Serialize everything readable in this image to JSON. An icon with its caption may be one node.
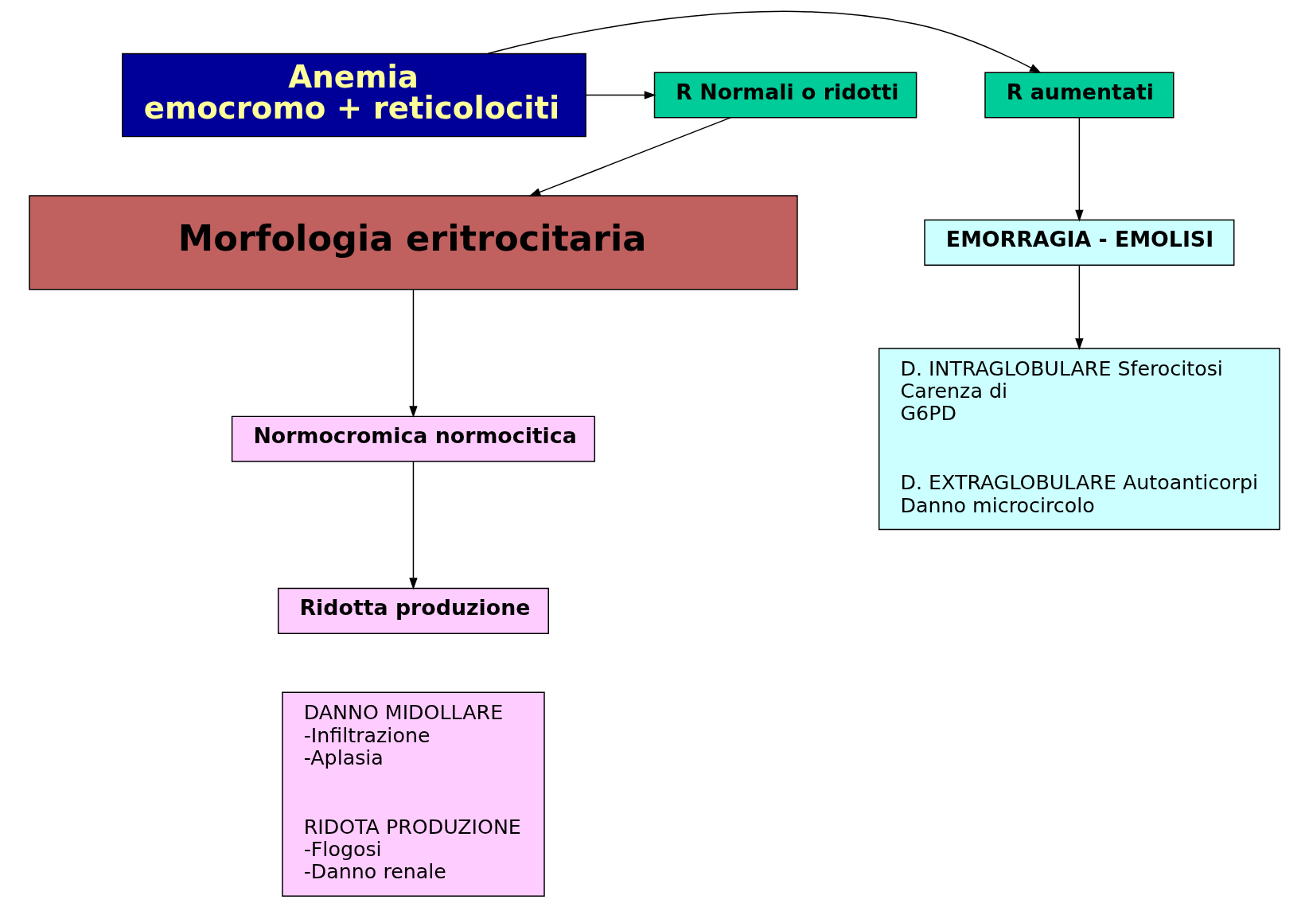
{
  "diagram": {
    "nodes": [
      {
        "text": [
          "Anemia",
          "emocromo + reticolociti"
        ]
      },
      {
        "text": [
          "R Normali o ridotti"
        ]
      },
      {
        "text": [
          "R aumentati"
        ]
      },
      {
        "text": [
          "Morfologia eritrocitaria"
        ]
      },
      {
        "text": [
          "Normocromica normocitica"
        ]
      },
      {
        "text": [
          "Ridotta produzione"
        ]
      },
      {
        "text": [
          "DANNO MIDOLLARE -Infiltrazione -Aplasia",
          "RIDOTA PRODUZIONE -Flogosi -Danno renale"
        ]
      },
      {
        "text": [
          "EMORRAGIA - EMOLISI"
        ]
      },
      {
        "text": [
          "D. INTRAGLOBULARE Sferocitosi Carenza di G6PD",
          "D. EXTRAGLOBULARE Autoanticorpi Danno microcircolo"
        ]
      }
    ],
    "edges": [
      {
        "from": 0,
        "to": 1,
        "arrow": "to"
      },
      {
        "from": 0,
        "to": 2,
        "arrow": "to"
      },
      {
        "from": 1,
        "to": 3,
        "arrow": "to"
      },
      {
        "from": 2,
        "to": 7,
        "arrow": "to"
      },
      {
        "from": 3,
        "to": 4,
        "arrow": "to"
      },
      {
        "from": 4,
        "to": 5,
        "arrow": "to"
      },
      {
        "from": 7,
        "to": 8,
        "arrow": "to"
      }
    ]
  }
}
